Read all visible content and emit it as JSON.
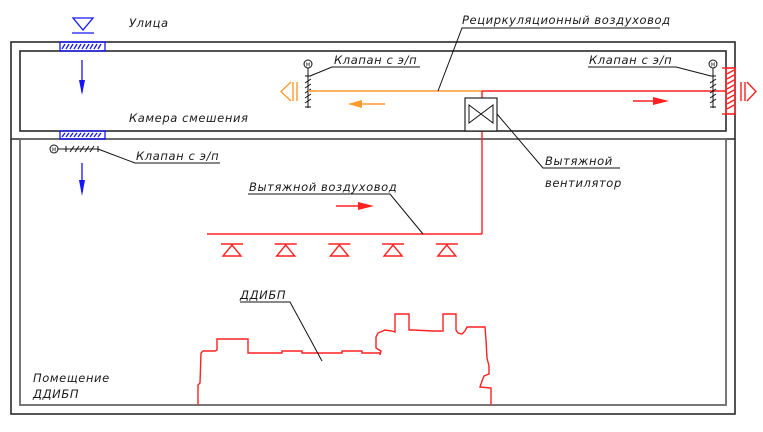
{
  "diagram": {
    "type": "ventilation-scheme",
    "colors": {
      "supply_air": "#1515ff",
      "exhaust_air": "#ff2020",
      "recirculation_air": "#ff9a30",
      "walls": "#2a2a2a",
      "leaders": "#111111"
    },
    "labels": {
      "street": "Улица",
      "mixing_chamber": "Камера смешения",
      "recirc_duct": "Рециркуляционный воздуховод",
      "damper_left": "Клапан с э/п",
      "damper_right": "Клапан с э/п",
      "damper_bottom": "Клапан с э/п",
      "exhaust_fan_line1": "Вытяжной",
      "exhaust_fan_line2": "вентилятор",
      "exhaust_duct": "Вытяжной воздуховод",
      "genset": "ДДИБП",
      "room_line1": "Помещение",
      "room_line2": "ДДИБП"
    },
    "icons": {
      "damper_motor": "M",
      "fan": "fan-bowtie-icon",
      "diffuser": "diffuser-triangle-icon",
      "outlet": "outlet-triangle-icon",
      "level_mark": "level-triangle-icon"
    },
    "diffuser_count": 5
  }
}
